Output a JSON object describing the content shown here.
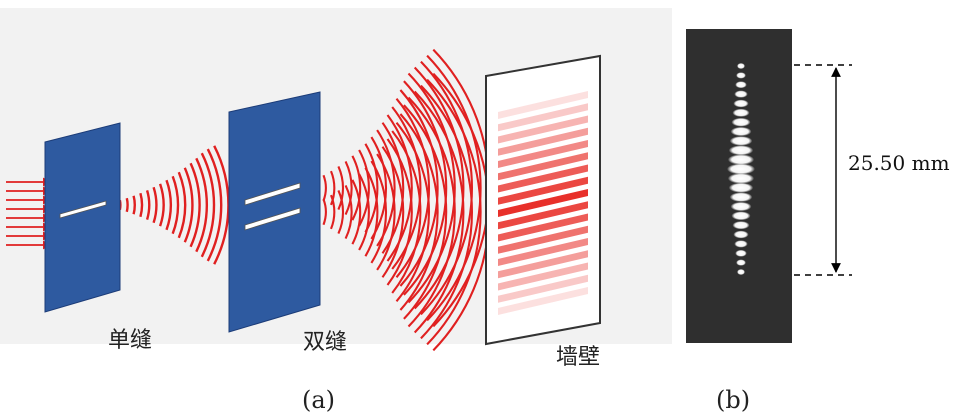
{
  "panel_a": {
    "caption": "(a)",
    "labels": {
      "single_slit": "单缝",
      "double_slit": "双缝",
      "wall": "墙壁"
    }
  },
  "panel_b": {
    "caption": "(b)",
    "measurement": "25.50 mm"
  },
  "colors": {
    "wave_red": "#e02020",
    "panel_blue": "#2e5aa0",
    "photo_bg": "#2f2f2f",
    "backdrop": "#f2f2f2"
  }
}
